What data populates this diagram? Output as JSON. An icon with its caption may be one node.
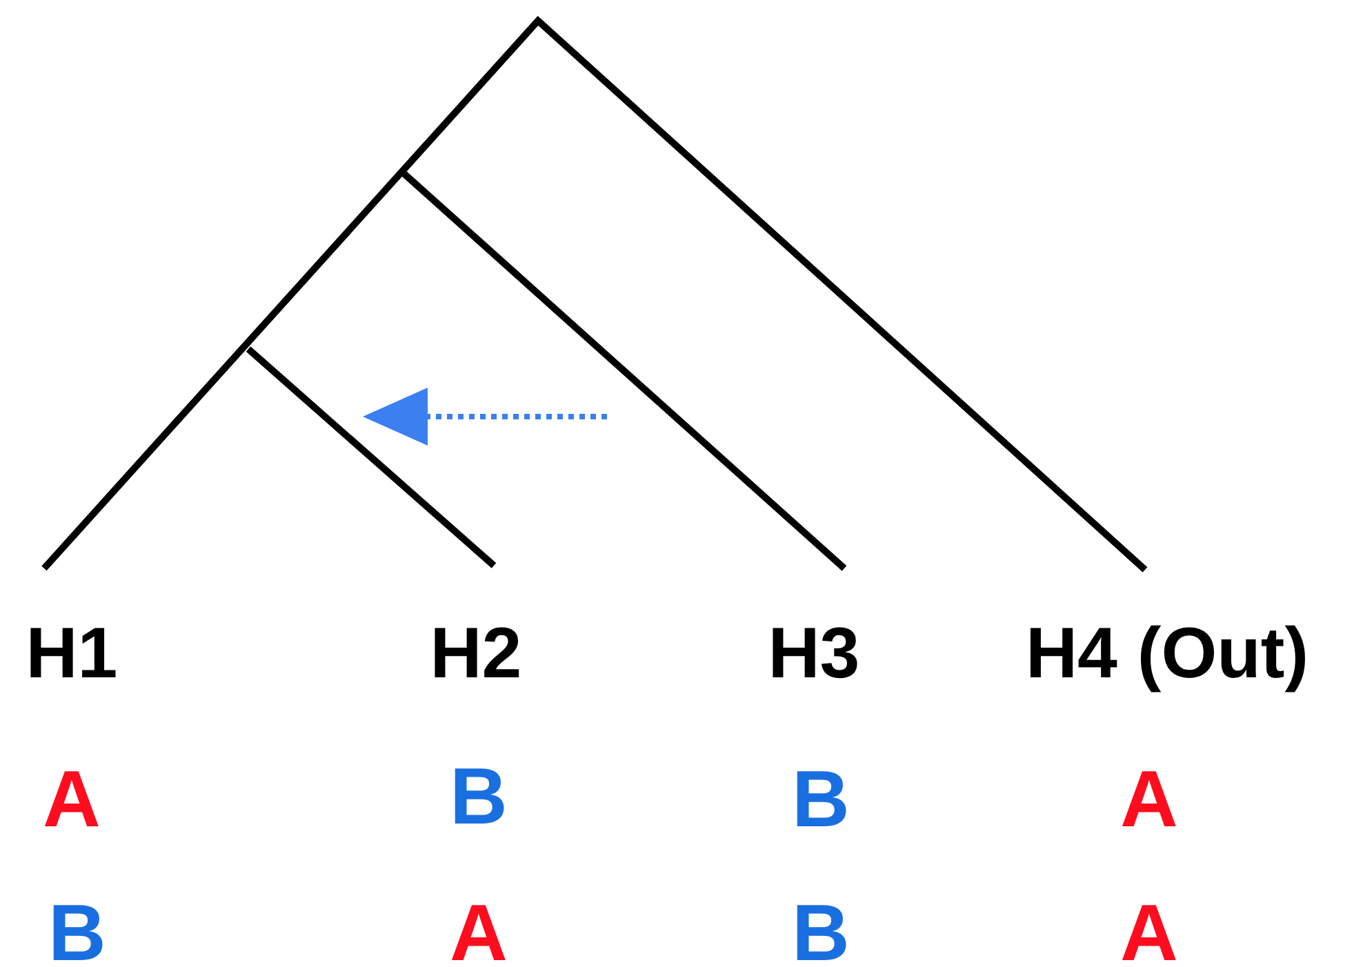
{
  "diagram": {
    "nodes": [
      {
        "text": [
          "H1"
        ]
      },
      {
        "text": [
          "H2"
        ]
      },
      {
        "text": [
          "H3"
        ]
      },
      {
        "text": [
          "H4 (Out)"
        ]
      }
    ],
    "labels": [
      "A",
      "B",
      "B",
      "A",
      "B",
      "A",
      "B",
      "A"
    ]
  }
}
